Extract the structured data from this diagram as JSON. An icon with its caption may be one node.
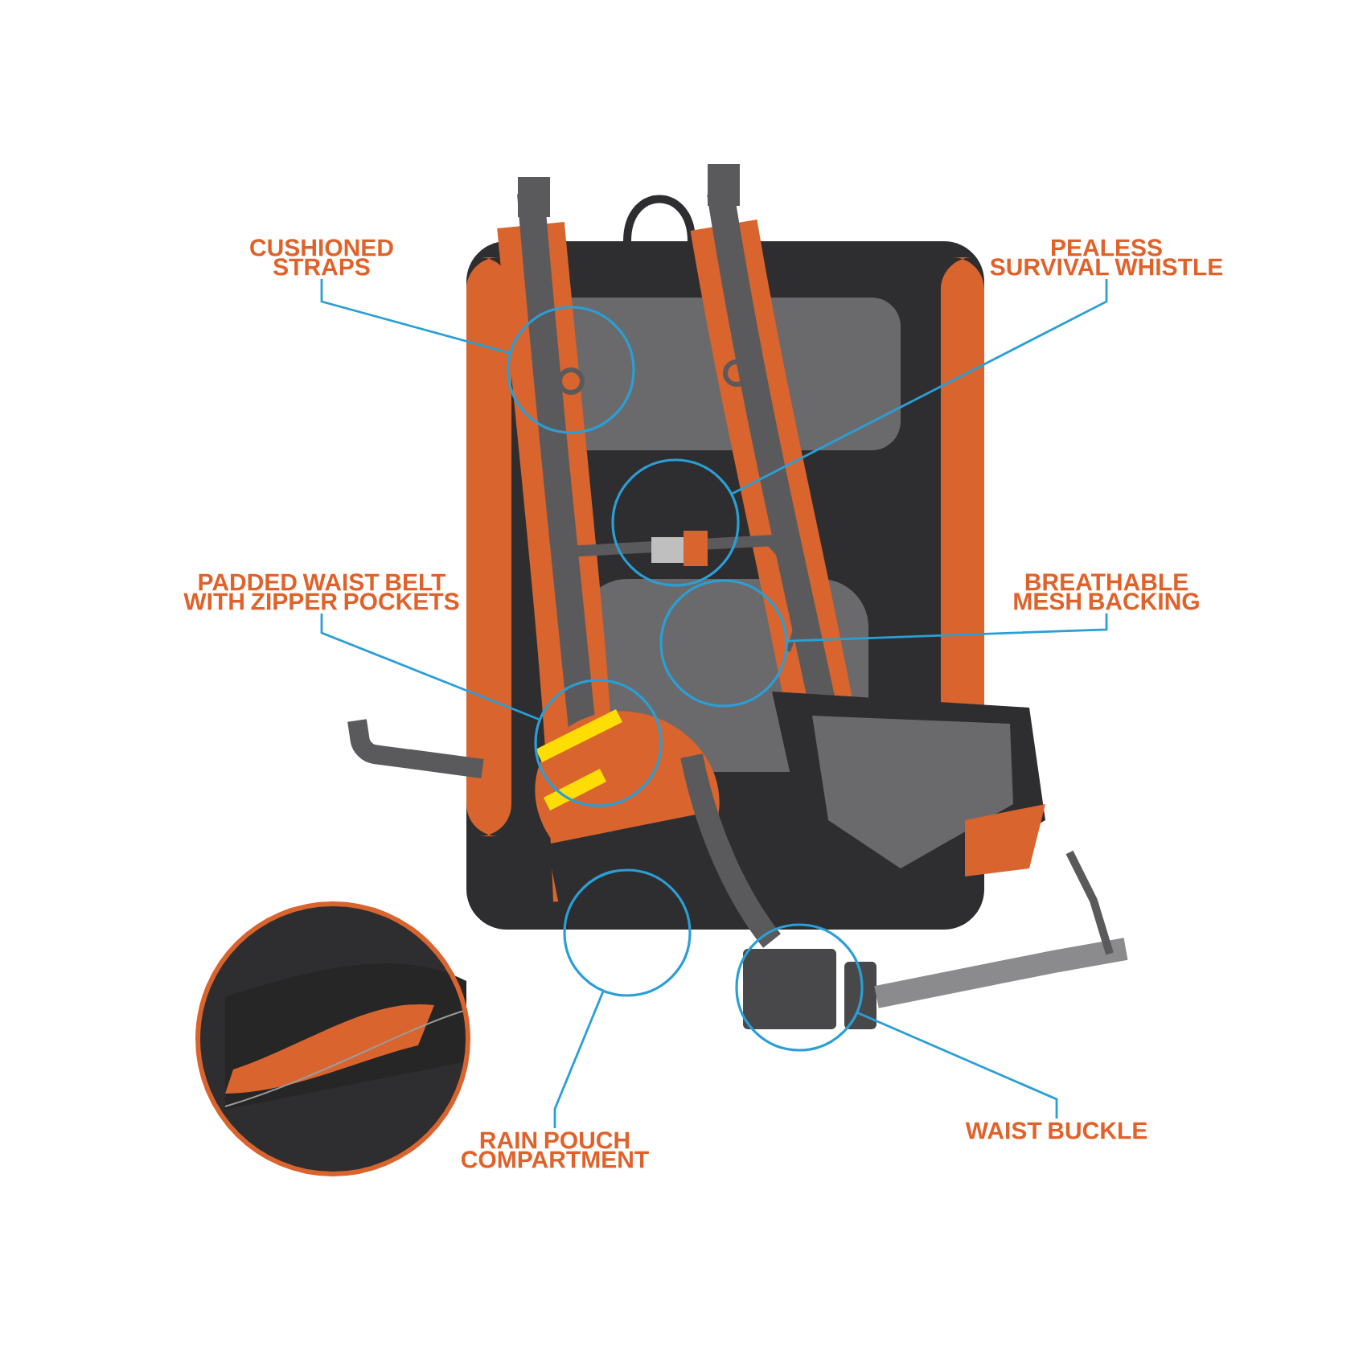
{
  "diagram": {
    "nodes": [
      {
        "text": [
          "CUSHIONED STRAPS"
        ]
      },
      {
        "text": [
          "PEALESS SURVIVAL WHISTLE"
        ]
      },
      {
        "text": [
          "PADDED WAIST BELT WITH ZIPPER POCKETS"
        ]
      },
      {
        "text": [
          "BREATHABLE MESH BACKING"
        ]
      },
      {
        "text": [
          "RAIN POUCH COMPARTMENT"
        ]
      },
      {
        "text": [
          "WAIST BUCKLE"
        ]
      },
      {
        "text": [],
        "shape": "circle"
      },
      {
        "text": [],
        "shape": "circle"
      },
      {
        "text": [],
        "shape": "circle"
      },
      {
        "text": [],
        "shape": "circle"
      },
      {
        "text": [],
        "shape": "circle"
      },
      {
        "text": [],
        "shape": "circle"
      }
    ],
    "edges": [
      {
        "from": 0,
        "to": 6,
        "arrow": "none"
      },
      {
        "from": 1,
        "to": 7,
        "arrow": "none"
      },
      {
        "from": 2,
        "to": 8,
        "arrow": "none"
      },
      {
        "from": 3,
        "to": 9,
        "arrow": "none"
      },
      {
        "from": 4,
        "to": 10,
        "arrow": "none"
      },
      {
        "from": 5,
        "to": 11,
        "arrow": "none"
      }
    ]
  }
}
